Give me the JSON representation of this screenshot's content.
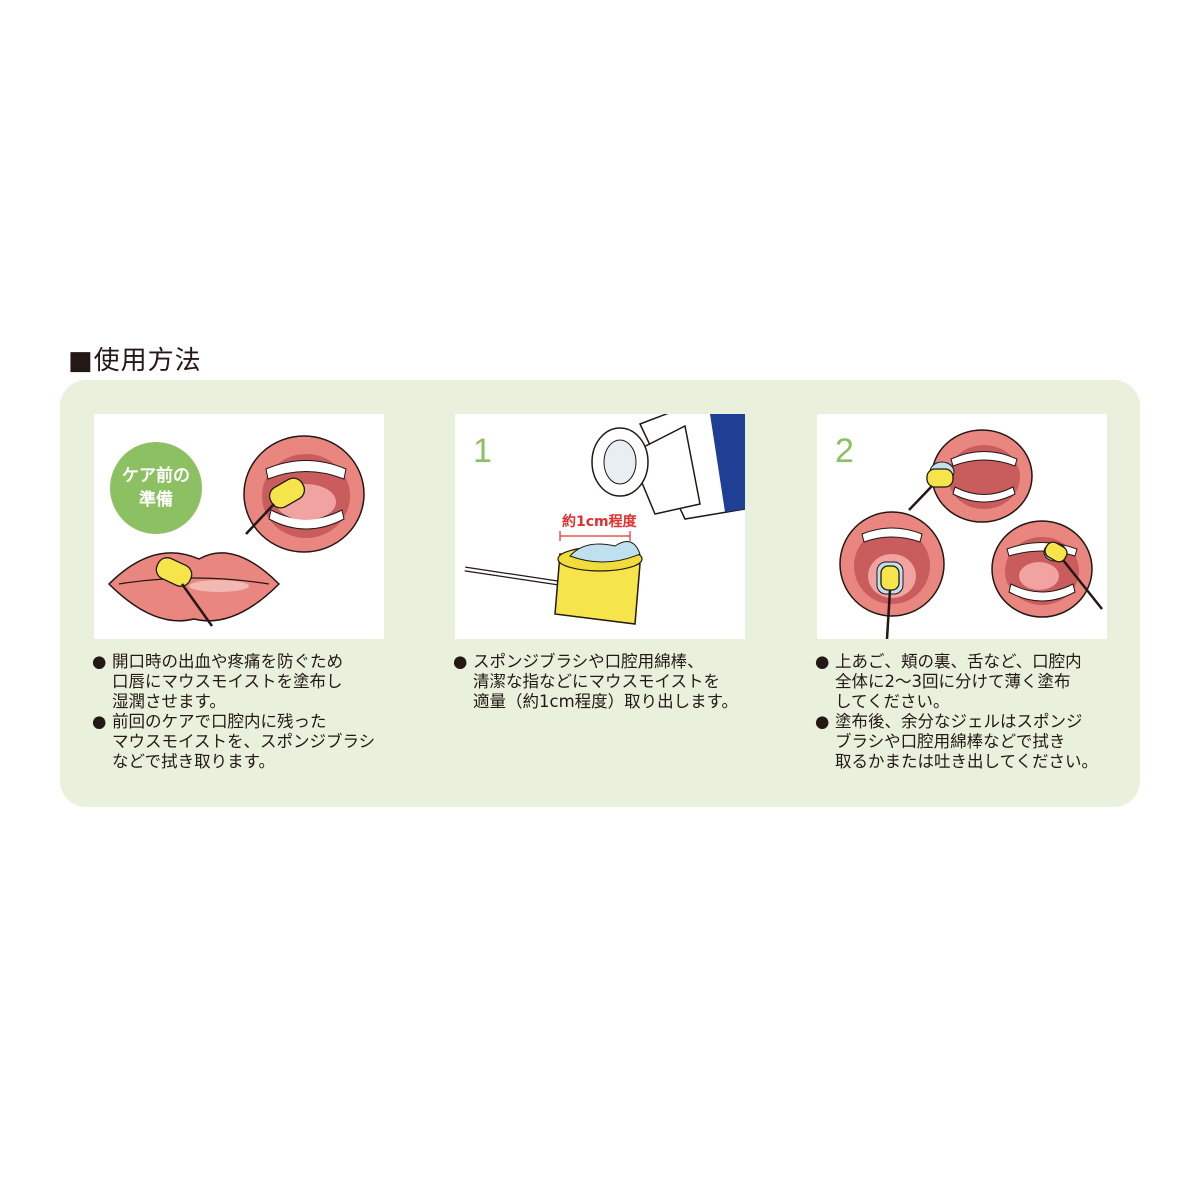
{
  "title": "■使用方法",
  "steps": [
    {
      "badge": "ケア前の\n準備",
      "bullets": [
        "開口時の出血や疼痛を防ぐため\n口唇にマウスモイストを塗布し\n湿潤させます。",
        "前回のケアで口腔内に残った\nマウスモイストを、スポンジブラシ\nなどで拭き取ります。"
      ]
    },
    {
      "number": "1",
      "measure_label": "約1cm程度",
      "bullets": [
        "スポンジブラシや口腔用綿棒、\n清潔な指などにマウスモイストを\n適量（約1cm程度）取り出します。"
      ]
    },
    {
      "number": "2",
      "bullets": [
        "上あご、頬の裏、舌など、口腔内\n全体に2～3回に分けて薄く塗布\nしてください。",
        "塗布後、余分なジェルはスポンジ\nブラシや口腔用綿棒などで拭き\n取るかまたは吐き出してください。"
      ]
    }
  ],
  "bullet_symbol": "●",
  "colors": {
    "panel": "#e9f1dc",
    "accent_green": "#8cc063",
    "lip": "#e8867f",
    "sponge": "#f5e54a",
    "tube_blue": "#1f3f95",
    "measure_red": "#e03030"
  }
}
